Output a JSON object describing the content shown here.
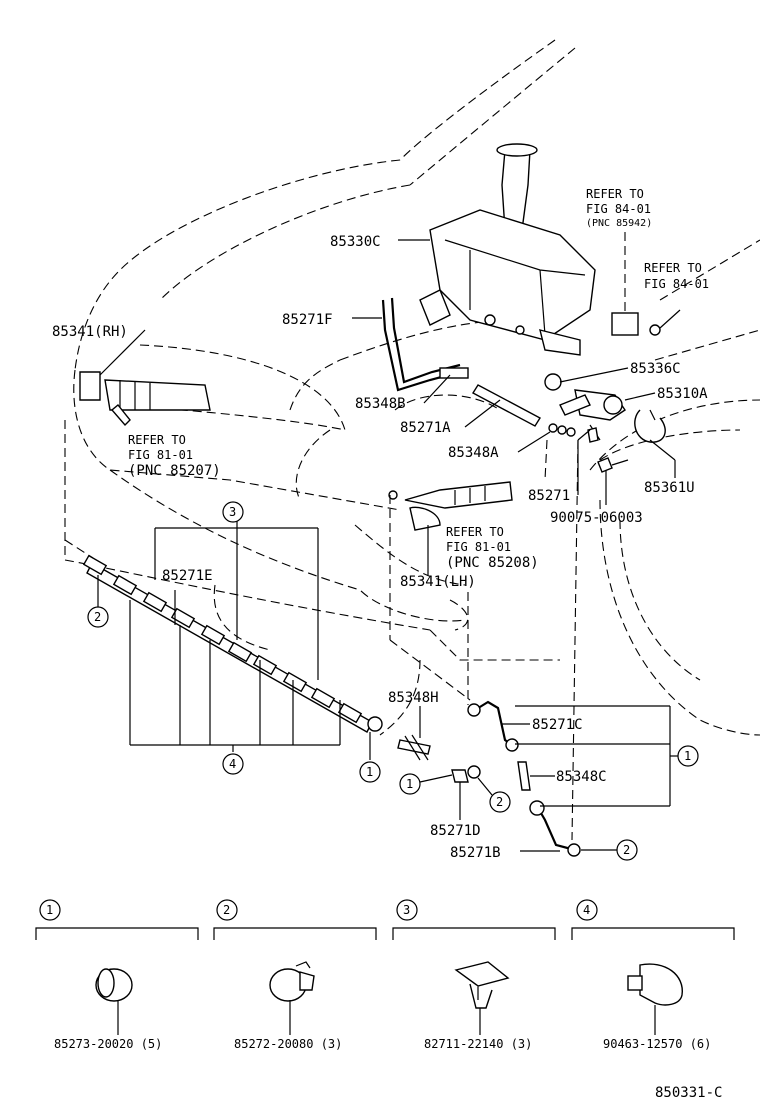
{
  "part_labels": {
    "p85330C": "85330C",
    "p85271F": "85271F",
    "p85341RH": "85341(RH)",
    "p85348B": "85348B",
    "p85271A": "85271A",
    "p85348A": "85348A",
    "p85271": "85271",
    "p85336C": "85336C",
    "p85310A": "85310A",
    "p85361U": "85361U",
    "p90075": "90075-06003",
    "p85341LH": "85341(LH)",
    "p85271E": "85271E",
    "p85348H": "85348H",
    "p85271C": "85271C",
    "p85348C": "85348C",
    "p85271D": "85271D",
    "p85271B": "85271B"
  },
  "references": {
    "ref1_line1": "REFER TO",
    "ref1_line2": "FIG 84-01",
    "ref1_line3": "(PNC 85942)",
    "ref2_line1": "REFER TO",
    "ref2_line2": "FIG 84-01",
    "ref3_line1": "REFER TO",
    "ref3_line2": "FIG 81-01",
    "ref3_line3": "(PNC 85207)",
    "ref4_line1": "REFER TO",
    "ref4_line2": "FIG 81-01",
    "ref4_line3": "(PNC 85208)"
  },
  "callout_numbers": [
    "1",
    "2",
    "3",
    "4"
  ],
  "legend": [
    {
      "num": "1",
      "part": "85273-20020 (5)"
    },
    {
      "num": "2",
      "part": "85272-20080 (3)"
    },
    {
      "num": "3",
      "part": "82711-22140 (3)"
    },
    {
      "num": "4",
      "part": "90463-12570 (6)"
    }
  ],
  "figure_id": "850331-C"
}
